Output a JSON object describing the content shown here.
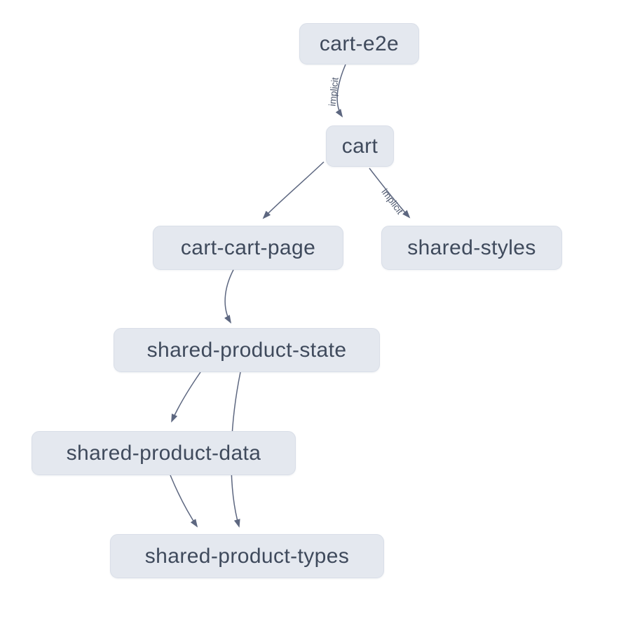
{
  "graph": {
    "nodes": [
      {
        "id": "cart-e2e",
        "label": "cart-e2e"
      },
      {
        "id": "cart",
        "label": "cart"
      },
      {
        "id": "cart-cart-page",
        "label": "cart-cart-page"
      },
      {
        "id": "shared-styles",
        "label": "shared-styles"
      },
      {
        "id": "shared-product-state",
        "label": "shared-product-state"
      },
      {
        "id": "shared-product-data",
        "label": "shared-product-data"
      },
      {
        "id": "shared-product-types",
        "label": "shared-product-types"
      }
    ],
    "edges": [
      {
        "from": "cart-e2e",
        "to": "cart",
        "label": "implicit"
      },
      {
        "from": "cart",
        "to": "cart-cart-page",
        "label": ""
      },
      {
        "from": "cart",
        "to": "shared-styles",
        "label": "implicit"
      },
      {
        "from": "cart-cart-page",
        "to": "shared-product-state",
        "label": ""
      },
      {
        "from": "shared-product-state",
        "to": "shared-product-data",
        "label": ""
      },
      {
        "from": "shared-product-state",
        "to": "shared-product-types",
        "label": ""
      },
      {
        "from": "shared-product-data",
        "to": "shared-product-types",
        "label": ""
      }
    ]
  },
  "colors": {
    "background": "#ffffff",
    "node_fill": "#e4e8ef",
    "node_border": "#d9dee8",
    "node_text": "#3f4a5c",
    "edge_stroke": "#5d6780",
    "edge_label_text": "#4e586e"
  }
}
